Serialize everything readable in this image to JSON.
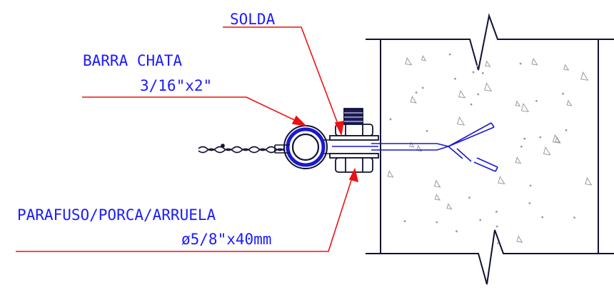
{
  "labels": {
    "solda": "SOLDA",
    "barra_line1": "BARRA CHATA",
    "barra_line2": "3/16\"x2\"",
    "parafuso_line1": "PARAFUSO/PORCA/ARRUELA",
    "parafuso_line2": "ø5/8\"x40mm"
  },
  "colors": {
    "label_text": "#1a1aff",
    "leader_line": "#ee1111",
    "outline": "#111133",
    "part": "#1a1acc",
    "concrete_speckle": "#9a9a9a"
  }
}
